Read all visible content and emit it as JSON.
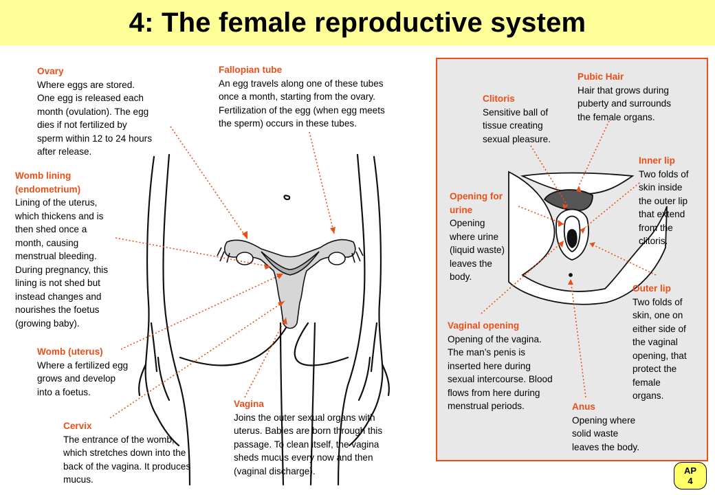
{
  "title": "4: The female reproductive system",
  "badge": {
    "line1": "AP",
    "line2": "4"
  },
  "colors": {
    "title_bg": "#ffff99",
    "accent": "#e8501a",
    "panel_bg": "#e8e8e8",
    "badge_bg": "#ffff66"
  },
  "labels": {
    "ovary": {
      "heading": "Ovary",
      "body": "Where eggs are stored.\nOne egg is released each\nmonth (ovulation). The egg\ndies if not fertilized by\nsperm within 12 to 24 hours\nafter release."
    },
    "fallopian": {
      "heading": "Fallopian tube",
      "body": "An egg travels along one of these tubes\nonce a month, starting from the ovary.\nFertilization of the egg (when egg meets\nthe sperm) occurs in these tubes."
    },
    "womb_lining": {
      "heading": "Womb lining\n(endometrium)",
      "body": "Lining of the uterus,\nwhich thickens and is\nthen shed once a\nmonth, causing\nmenstrual bleeding.\nDuring pregnancy, this\nlining is not shed but\ninstead changes and\nnourishes the foetus\n(growing baby)."
    },
    "womb": {
      "heading": "Womb (uterus)",
      "body": "Where a fertilized egg\ngrows and develop\ninto a foetus."
    },
    "cervix": {
      "heading": "Cervix",
      "body": "The entrance of the womb,\nwhich stretches down into the\nback of the vagina. It produces\nmucus."
    },
    "vagina": {
      "heading": "Vagina",
      "body": "Joins the outer sexual organs with\nuterus. Babies are born through this\npassage. To clean itself, the vagina\nsheds mucus every now and then\n(vaginal discharge)."
    },
    "pubic_hair": {
      "heading": "Pubic Hair",
      "body": "Hair that grows during\npuberty and surrounds\nthe female organs."
    },
    "clitoris": {
      "heading": "Clitoris",
      "body": "Sensitive ball of\ntissue creating\nsexual pleasure."
    },
    "inner_lip": {
      "heading": "Inner lip",
      "body": "Two folds of\nskin inside\nthe outer lip\nthat extend\nfrom the\nclitoris."
    },
    "urine_opening": {
      "heading": "Opening for\nurine",
      "body": "Opening\nwhere urine\n(liquid waste)\nleaves the\nbody."
    },
    "outer_lip": {
      "heading": "Outer lip",
      "body": "Two folds of\nskin, one on\neither side of\nthe vaginal\nopening, that\nprotect the\nfemale\norgans."
    },
    "vaginal_opening": {
      "heading": "Vaginal opening",
      "body": "Opening of the vagina.\nThe man’s penis is\ninserted here during\nsexual intercourse. Blood\nflows from here during\nmenstrual periods."
    },
    "anus": {
      "heading": "Anus",
      "body": "Opening where\nsolid waste\nleaves the body."
    }
  }
}
